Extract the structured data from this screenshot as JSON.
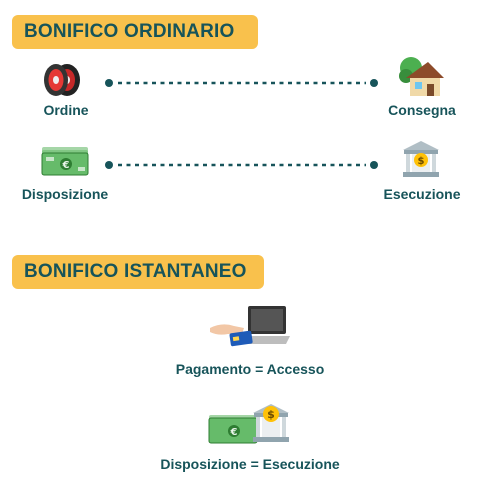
{
  "ordinario": {
    "title": "BONIFICO ORDINARIO",
    "row1": {
      "left_label": "Ordine",
      "right_label": "Consegna",
      "left_icon": "tires-icon",
      "right_icon": "house-icon"
    },
    "row2": {
      "left_label": "Disposizione",
      "right_label": "Esecuzione",
      "left_icon": "banknotes-icon",
      "right_icon": "bank-icon"
    }
  },
  "istantaneo": {
    "title": "BONIFICO ISTANTANEO",
    "row1": {
      "label": "Pagamento = Accesso",
      "icon": "card-laptop-icon"
    },
    "row2": {
      "label": "Disposizione = Esecuzione",
      "icon": "banknotes-bank-icon"
    }
  },
  "colors": {
    "accent": "#f9c14c",
    "text": "#17545a",
    "dots": "#17545a"
  }
}
